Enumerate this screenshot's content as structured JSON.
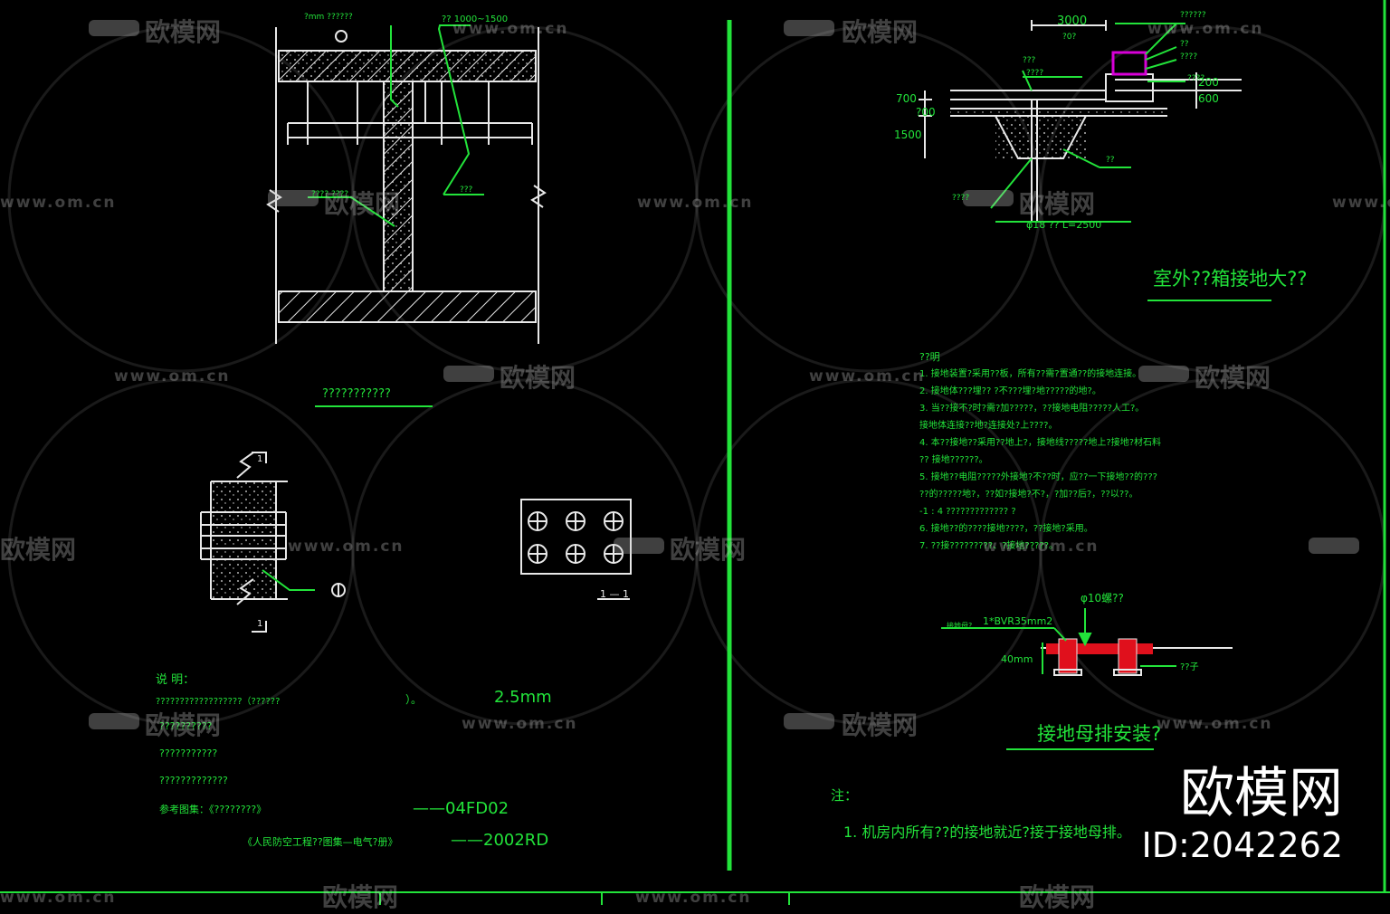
{
  "colors": {
    "background": "#000000",
    "drawing_green": "#22e33a",
    "line_white": "#e8e8e8",
    "red_busbar": "#e0101c",
    "magenta_box": "#d800d8"
  },
  "left_panel": {
    "wall_section": {
      "top_note": "?mm ??????",
      "spacing_note": "?? 1000~1500",
      "side_note": "???? ????",
      "wall_note": "???",
      "title": "???????????"
    },
    "detail_1": {
      "section_mark": "1",
      "circle_ref": "1",
      "plate_label": "1 — 1"
    },
    "notes": {
      "heading": "说 明：",
      "line1": "??????????????????（??????",
      "line1_tail": "）。",
      "thickness": "2.5mm",
      "line2": "??????????",
      "line3": "???????????",
      "line4": "?????????????",
      "line5": "参考图集：《????????》",
      "code1": "——04FD02",
      "line6": "《人民防空工程??图集—电气?册》",
      "code2": "——2002RD"
    }
  },
  "right_panel": {
    "ground_detail": {
      "dim_top": "3000",
      "dim_sub": "?0?",
      "dim_700": "700",
      "dim_?00": "?00",
      "dim_1500": "1500",
      "dim_200": "200",
      "dim_600": "600",
      "label_box1": "??????",
      "label_box2": "??",
      "label_box3": "????",
      "label_left1": "???",
      "label_left2": "????",
      "label_soil": "????",
      "label_fill": "??",
      "label_bottom": "????",
      "rod_spec": "φ18 ?? L=2500",
      "title": "室外??箱接地大??"
    },
    "notes": {
      "heading": "??明",
      "items": [
        "1. 接地装置?采用??板，所有??需?置通??的接地连接。",
        "2. 接地体???埋?? ?不???埋?地?????的地?。",
        "3. 当??接不?时?需?加?????，??接地电阻?????人工?。",
        "   接地体连接??地?连接处?上????。",
        "4. 本??接地??采用??地上?，接地线?????地上?接地?材石料",
        "   ?? 接地??????。",
        "5. 接地??电阻?????外接地?不??时，应??一下接地??的???",
        "   ??的?????地?，??如?接地?不?，?加??后?，??以??。",
        "   -1 : 4 ????????????? ?",
        "6. 接地??的????接地????，??接地?采用。",
        "7. ??接?????????、?接地?????。"
      ]
    },
    "busbar": {
      "label_top": "φ10螺??",
      "label_cable": "1*BVR35mm2",
      "label_left": "接地母?",
      "label_height": "40mm",
      "label_right": "??子",
      "title": "接地母排安装?"
    },
    "note_bottom": {
      "heading": "注：",
      "item": "1. 机房内所有??的接地就近?接于接地母排。"
    }
  },
  "watermark": {
    "brand": "欧模网",
    "url": "www.om.cn"
  },
  "brand_stamp": {
    "name": "欧模网",
    "id": "ID:2042262"
  }
}
